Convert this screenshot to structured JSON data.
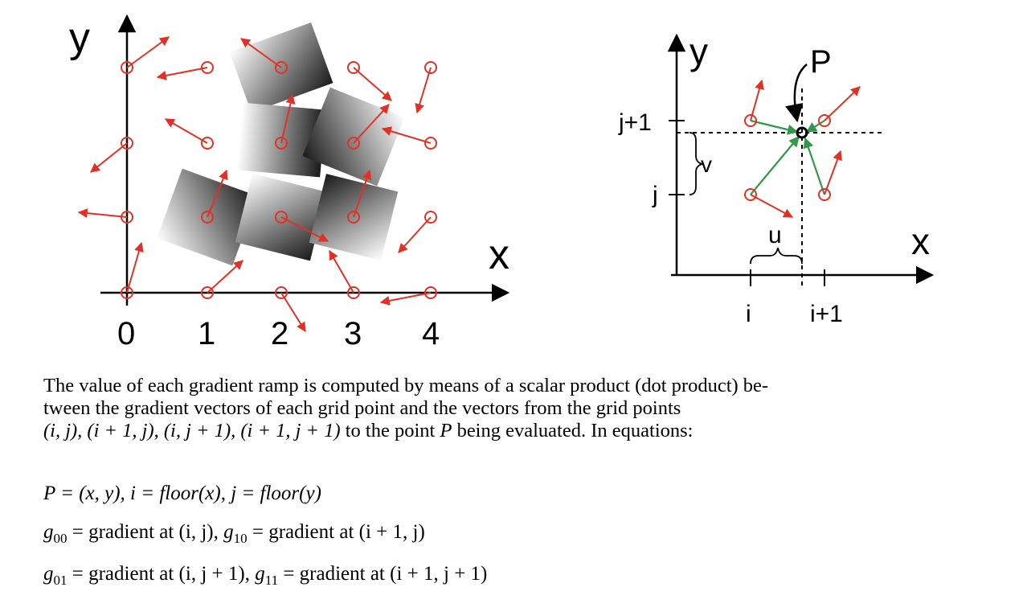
{
  "left_diagram": {
    "axis_x_label": "x",
    "axis_y_label": "y",
    "ticks": [
      "0",
      "1",
      "2",
      "3",
      "4"
    ]
  },
  "right_diagram": {
    "axis_x_label": "x",
    "axis_y_label": "y",
    "point_label": "P",
    "label_j1": "j+1",
    "label_j": "j",
    "label_v": "v",
    "label_u": "u",
    "label_i": "i",
    "label_i1": "i+1"
  },
  "colors": {
    "gradient_vector": "#e23124",
    "offset_vector": "#2f9a4a",
    "axis": "#000000"
  },
  "text": {
    "line1": "The value of each gradient ramp is computed by means of a scalar product (dot product) be-",
    "line2": "tween the gradient vectors of each grid point and the vectors from the grid points",
    "line3_math": "(i, j), (i + 1, j), (i, j + 1), (i + 1, j + 1)",
    "line3_text": " to the point ",
    "line3_p": "P",
    "line3_end": " being evaluated. In equations:"
  },
  "equations": {
    "eq1": "P = (x, y), i = floor(x), j = floor(y)",
    "eq2_a": "g",
    "eq2_a_sub": "00",
    "eq2_a_rest": " = gradient at (i, j), ",
    "eq2_b": "g",
    "eq2_b_sub": "10",
    "eq2_b_rest": " = gradient at (i + 1, j)",
    "eq3_a": "g",
    "eq3_a_sub": "01",
    "eq3_a_rest": " = gradient at (i, j + 1), ",
    "eq3_b": "g",
    "eq3_b_sub": "11",
    "eq3_b_rest": " = gradient at (i + 1, j + 1)"
  }
}
